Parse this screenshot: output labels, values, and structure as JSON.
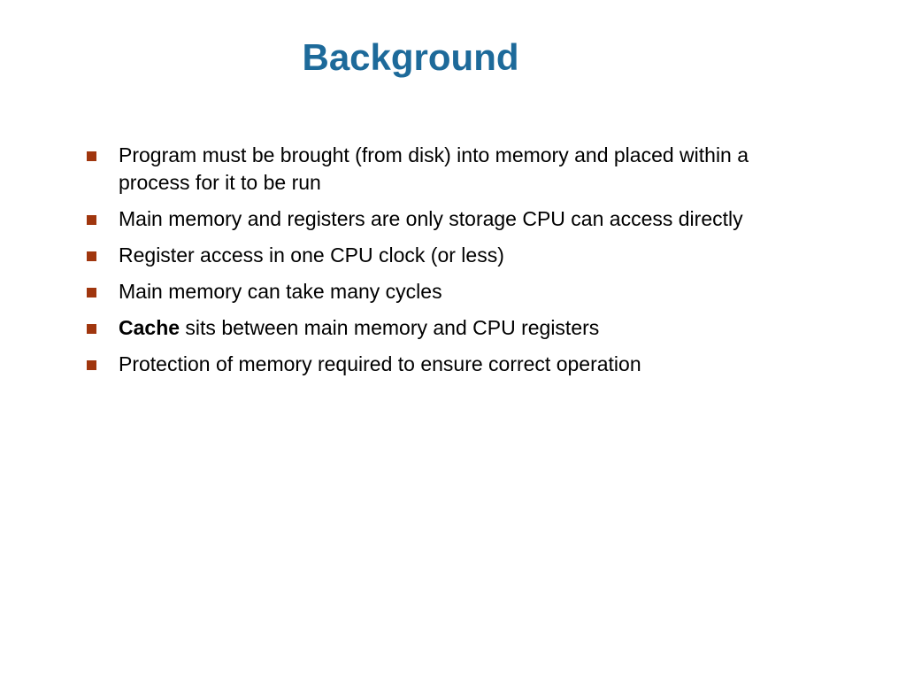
{
  "slide": {
    "title": "Background",
    "title_color": "#1d6a9a",
    "bullet_color": "#a0360e",
    "bullets": [
      {
        "lead": "",
        "text": "Program must be brought (from disk)  into memory and placed within a process for it to be run"
      },
      {
        "lead": "",
        "text": "Main memory and registers are only storage CPU can access directly"
      },
      {
        "lead": "",
        "text": "Register access in one CPU clock (or less)"
      },
      {
        "lead": "",
        "text": "Main memory can take many cycles"
      },
      {
        "lead": "Cache",
        "text": " sits between main memory and CPU registers"
      },
      {
        "lead": "",
        "text": "Protection of memory required to ensure correct operation"
      }
    ]
  }
}
